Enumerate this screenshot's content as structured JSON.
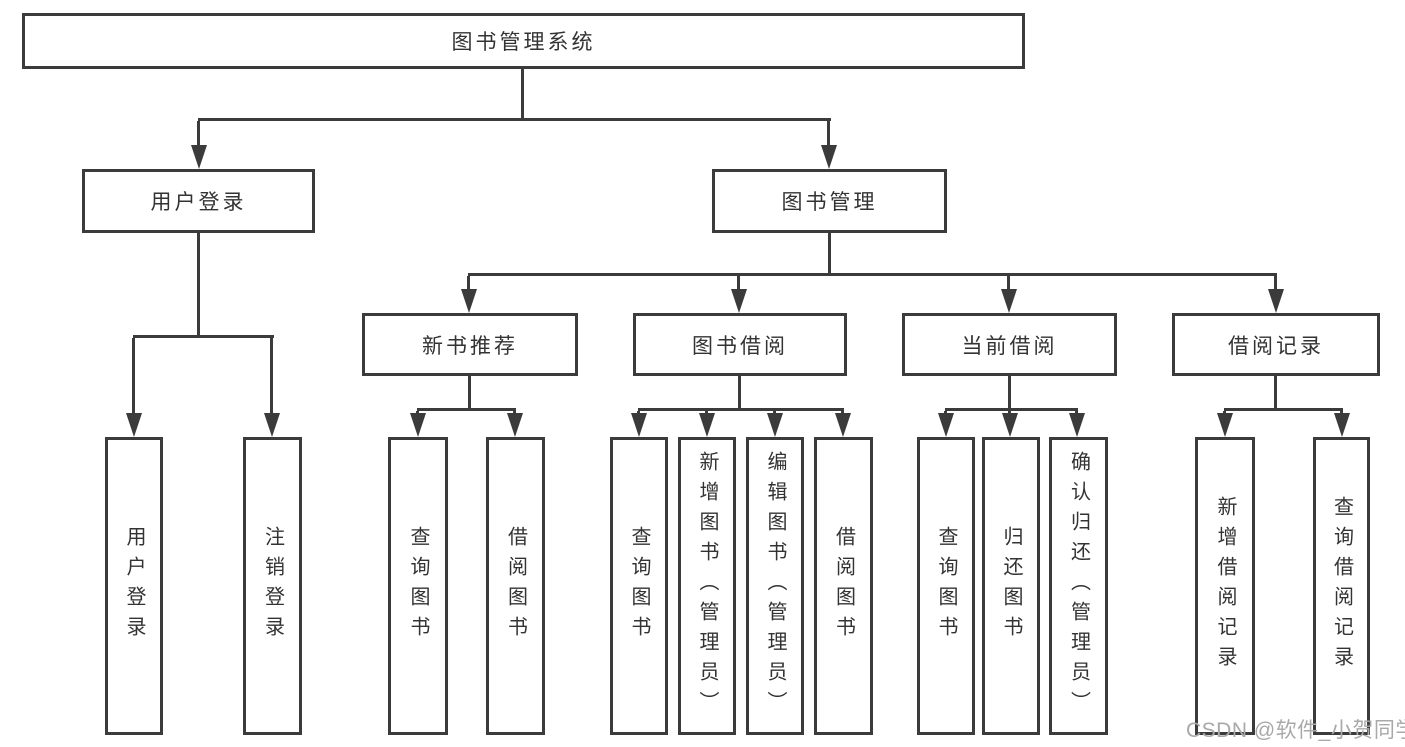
{
  "diagram_title": "图书管理系统",
  "nodes": {
    "root": "图书管理系统",
    "user_login": "用户登录",
    "book_mgmt": "图书管理",
    "new_book_rec": "新书推荐",
    "book_borrow": "图书借阅",
    "current_borrow": "当前借阅",
    "borrow_records": "借阅记录"
  },
  "leaves": {
    "user_login_leaf": "用户登录",
    "logout": "注销登录",
    "rec_query_books": "查询图书",
    "rec_borrow_books": "借阅图书",
    "bb_query_books": "查询图书",
    "bb_add_books": "新增图书（管理员）",
    "bb_edit_books": "编辑图书（管理员）",
    "bb_borrow_books": "借阅图书",
    "cb_query_books": "查询图书",
    "cb_return_books": "归还图书",
    "cb_confirm_return": "确认归还（管理员）",
    "br_add_record": "新增借阅记录",
    "br_query_record": "查询借阅记录"
  },
  "watermark": "CSDN @软件_小贺同学",
  "colors": {
    "line": "#3b3b3b",
    "text": "#333333",
    "watermark": "#a9a9a9",
    "background": "#ffffff"
  }
}
